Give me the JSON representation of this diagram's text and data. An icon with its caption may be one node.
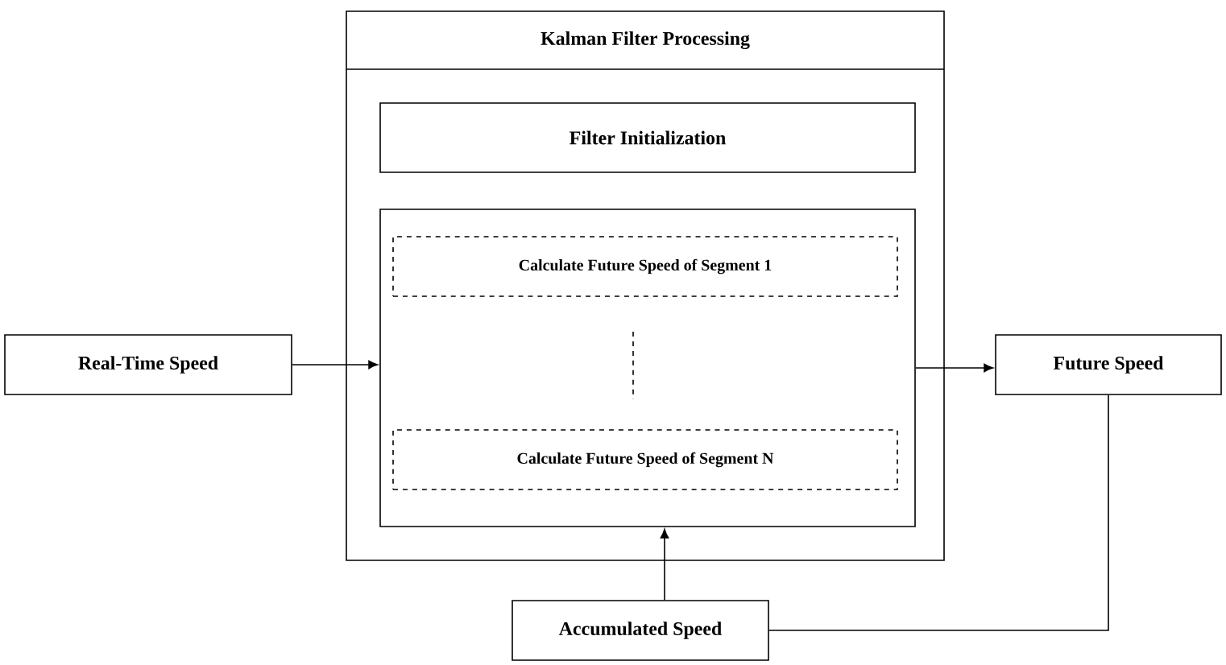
{
  "diagram": {
    "nodes": [
      {
        "text": [
          "Kalman Filter Processing"
        ]
      },
      {
        "text": [
          "Filter Initialization"
        ],
        "in": 0
      },
      {
        "text": [],
        "shape": "box",
        "in": 0
      },
      {
        "text": [
          "Calculate Future Speed of Segment 1"
        ],
        "in": 2
      },
      {
        "text": [
          "Calculate Future Speed of Segment N"
        ],
        "in": 2
      },
      {
        "text": [
          "Real-Time Speed"
        ]
      },
      {
        "text": [
          "Future Speed"
        ]
      },
      {
        "text": [
          "Accumulated Speed"
        ]
      }
    ],
    "edges": [
      {
        "from": 5,
        "to": 2,
        "arrow": "to"
      },
      {
        "from": 2,
        "to": 6,
        "arrow": "to"
      },
      {
        "from": 7,
        "to": 2,
        "arrow": "to"
      },
      {
        "from": 6,
        "to": 7,
        "arrow": "none"
      }
    ]
  }
}
